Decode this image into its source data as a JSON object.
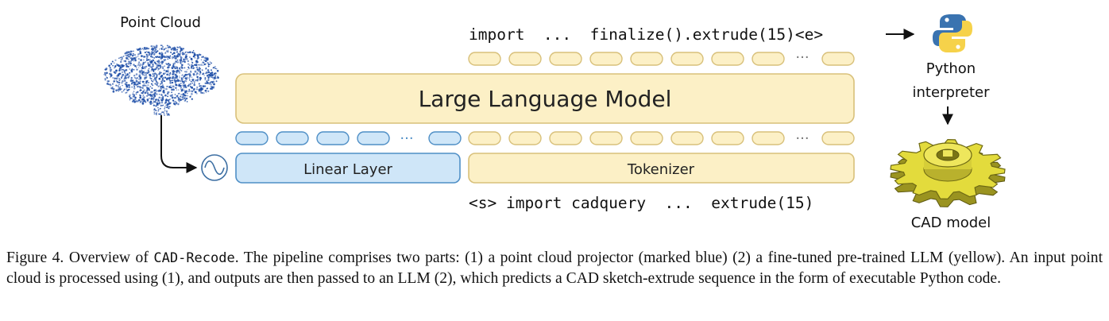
{
  "labels": {
    "point_cloud": "Point Cloud",
    "llm": "Large Language Model",
    "linear_layer": "Linear Layer",
    "tokenizer": "Tokenizer",
    "python_line1": "Python",
    "python_line2": "interpreter",
    "cad_model": "CAD model"
  },
  "code": {
    "output": "import  ...  finalize().extrude(15)<e>",
    "input": "<s> import cadquery  ...  extrude(15)"
  },
  "ellipsis": "···",
  "caption": {
    "figure": "Figure 4.",
    "pre": " Overview of ",
    "method": "CAD-Recode",
    "post": ". The pipeline comprises two parts: (1) a point cloud projector (marked blue) (2) a fine-tuned pre-trained LLM (yellow). An input point cloud is processed using (1), and outputs are then passed to an LLM (2), which predicts a CAD sketch-extrude sequence in the form of executable Python code."
  },
  "colors": {
    "yellow_fill": "#fcf0c6",
    "yellow_stroke": "#d8c07a",
    "blue_fill": "#cfe6f8",
    "blue_stroke": "#4f8fc6",
    "cloud": "#1f4fa8",
    "gear": "#e3db3c",
    "python_blue": "#3a73b0",
    "python_yellow": "#f6d24a"
  }
}
